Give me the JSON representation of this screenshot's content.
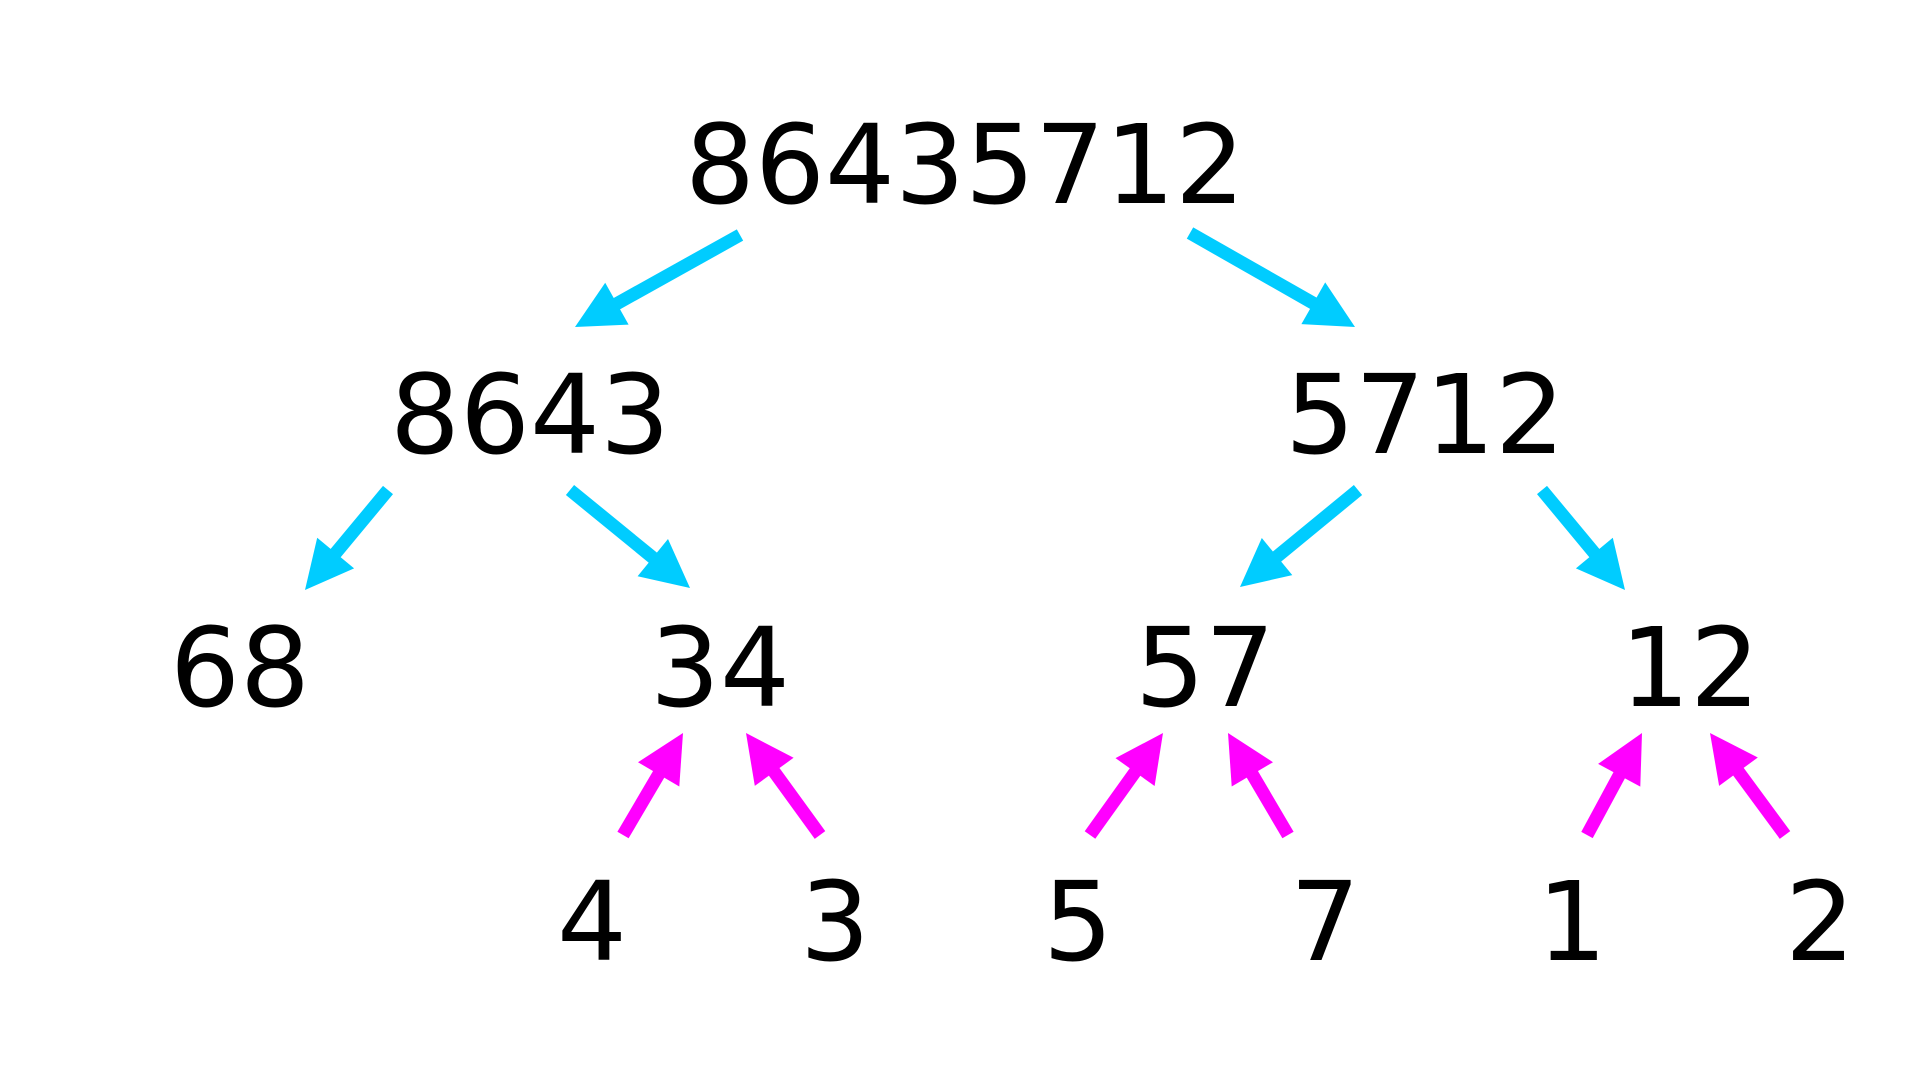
{
  "colors": {
    "split_arrow": "#00ccff",
    "merge_arrow": "#ff00ff",
    "text": "#000000",
    "background": "#ffffff"
  },
  "nodes": {
    "root": "86435712",
    "left": "8643",
    "right": "5712",
    "left_left": "68",
    "left_right": "34",
    "right_left": "57",
    "right_right": "12",
    "left_right_a": "4",
    "left_right_b": "3",
    "right_left_a": "5",
    "right_left_b": "7",
    "right_right_a": "1",
    "right_right_b": "2"
  },
  "edges": [
    {
      "from": "root",
      "to": "left",
      "kind": "split"
    },
    {
      "from": "root",
      "to": "right",
      "kind": "split"
    },
    {
      "from": "left",
      "to": "left_left",
      "kind": "split"
    },
    {
      "from": "left",
      "to": "left_right",
      "kind": "split"
    },
    {
      "from": "right",
      "to": "right_left",
      "kind": "split"
    },
    {
      "from": "right",
      "to": "right_right",
      "kind": "split"
    },
    {
      "from": "left_right_a",
      "to": "left_right",
      "kind": "merge"
    },
    {
      "from": "left_right_b",
      "to": "left_right",
      "kind": "merge"
    },
    {
      "from": "right_left_a",
      "to": "right_left",
      "kind": "merge"
    },
    {
      "from": "right_left_b",
      "to": "right_left",
      "kind": "merge"
    },
    {
      "from": "right_right_a",
      "to": "right_right",
      "kind": "merge"
    },
    {
      "from": "right_right_b",
      "to": "right_right",
      "kind": "merge"
    }
  ]
}
